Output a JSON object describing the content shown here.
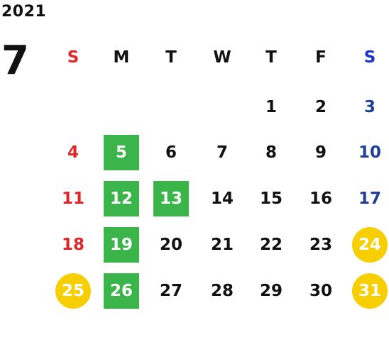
{
  "calendar": {
    "year": "2021",
    "month": "7",
    "weekdays": [
      "S",
      "M",
      "T",
      "W",
      "T",
      "F",
      "S"
    ],
    "weeks": [
      [
        {
          "day": "",
          "mark": ""
        },
        {
          "day": "",
          "mark": ""
        },
        {
          "day": "",
          "mark": ""
        },
        {
          "day": "",
          "mark": ""
        },
        {
          "day": "1",
          "mark": ""
        },
        {
          "day": "2",
          "mark": ""
        },
        {
          "day": "3",
          "mark": ""
        }
      ],
      [
        {
          "day": "4",
          "mark": ""
        },
        {
          "day": "5",
          "mark": "green"
        },
        {
          "day": "6",
          "mark": ""
        },
        {
          "day": "7",
          "mark": ""
        },
        {
          "day": "8",
          "mark": ""
        },
        {
          "day": "9",
          "mark": ""
        },
        {
          "day": "10",
          "mark": ""
        }
      ],
      [
        {
          "day": "11",
          "mark": ""
        },
        {
          "day": "12",
          "mark": "green"
        },
        {
          "day": "13",
          "mark": "green"
        },
        {
          "day": "14",
          "mark": ""
        },
        {
          "day": "15",
          "mark": ""
        },
        {
          "day": "16",
          "mark": ""
        },
        {
          "day": "17",
          "mark": ""
        }
      ],
      [
        {
          "day": "18",
          "mark": ""
        },
        {
          "day": "19",
          "mark": "green"
        },
        {
          "day": "20",
          "mark": ""
        },
        {
          "day": "21",
          "mark": ""
        },
        {
          "day": "22",
          "mark": ""
        },
        {
          "day": "23",
          "mark": ""
        },
        {
          "day": "24",
          "mark": "yellow"
        }
      ],
      [
        {
          "day": "25",
          "mark": "yellow"
        },
        {
          "day": "26",
          "mark": "green"
        },
        {
          "day": "27",
          "mark": ""
        },
        {
          "day": "28",
          "mark": ""
        },
        {
          "day": "29",
          "mark": ""
        },
        {
          "day": "30",
          "mark": ""
        },
        {
          "day": "31",
          "mark": "yellow"
        }
      ]
    ]
  },
  "colors": {
    "sunday": "#e0262a",
    "saturday": "#1f3e94",
    "saturday_header": "#1a33c8",
    "green_mark": "#3bb54a",
    "yellow_mark": "#f7cf00",
    "text": "#111111"
  }
}
